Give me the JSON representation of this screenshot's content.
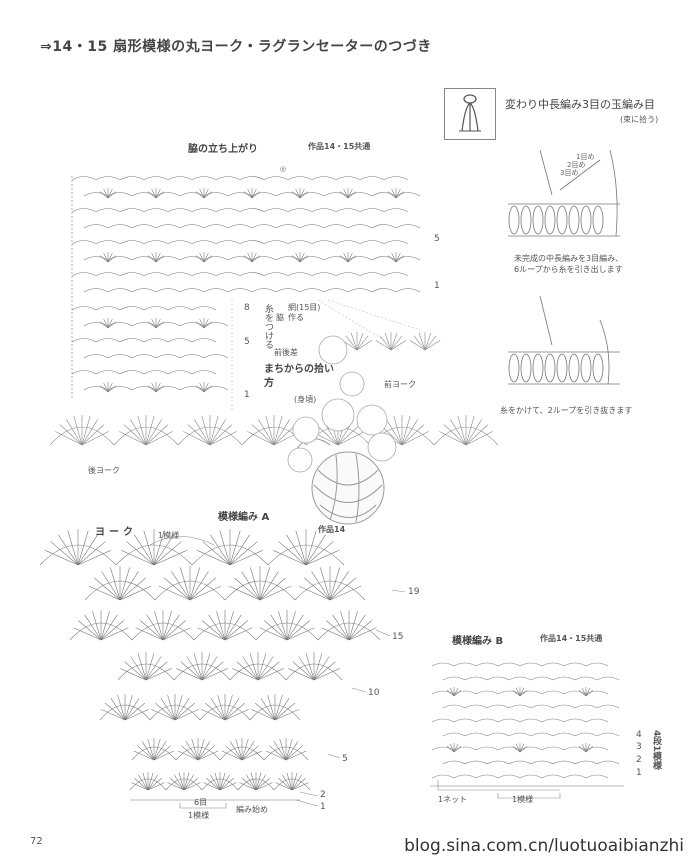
{
  "page_title": "⇒14・15 扇形模様の丸ヨーク・ラグランセーターのつづき",
  "page_number": "72",
  "watermark": "blog.sina.com.cn/luotuoaibianzhi",
  "side_chart": {
    "title": "脇の立ち上がり",
    "subtitle": "作品14・15共通",
    "side_marker": "◎",
    "row_5": "5",
    "row_1": "1",
    "col_8": "8",
    "col_5": "5",
    "col_1": "1",
    "label_attach_vertical": "糸をつける",
    "label_side": "脇",
    "label_front_back_diff": "前後差",
    "label_net": "網(15目)作る",
    "label_pickup_title": "まちからの拾い方",
    "label_body": "(身頃)",
    "label_front_yoke": "前ヨーク",
    "label_back_yoke": "後ヨーク",
    "label_work": "作品14"
  },
  "stitch_guide": {
    "title": "変わり中長編み3目の玉編み目",
    "note": "(束に拾う)",
    "loop_1": "1目め",
    "loop_2": "2目め",
    "loop_3": "3目め",
    "caption_1_line1": "未完成の中長編みを3目編み、",
    "caption_1_line2": "6ループから糸を引き出します",
    "caption_2": "糸をかけて、2ループを引き抜きます"
  },
  "pattern_a": {
    "title": "模様編み A",
    "yoke_label": "ヨーク",
    "repeat_label": "1模様",
    "row_19": "19",
    "row_15": "15",
    "row_10": "10",
    "row_5": "5",
    "row_2": "2",
    "row_1": "1",
    "bottom_count": "6目",
    "bottom_repeat": "1模様",
    "start_label": "編み始め"
  },
  "pattern_b": {
    "title": "模様編み B",
    "subtitle": "作品14・15共通",
    "row_4": "4",
    "row_3": "3",
    "row_2": "2",
    "row_1": "1",
    "side_label": "4段1模様",
    "net_label": "1ネット",
    "repeat_label": "1模様"
  },
  "colors": {
    "ink": "#666666",
    "text": "#333333",
    "bg": "#ffffff"
  }
}
